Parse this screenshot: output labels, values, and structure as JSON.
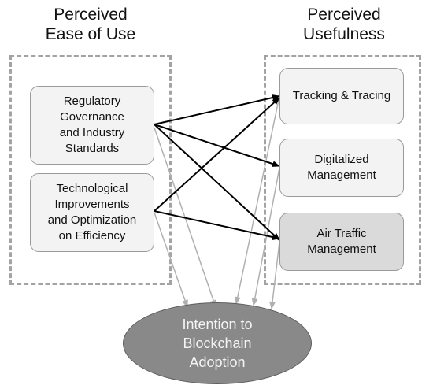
{
  "headers": {
    "ease_of_use": [
      "Perceived",
      "Ease of Use"
    ],
    "usefulness": [
      "Perceived",
      "Usefulness"
    ]
  },
  "ease_of_use_factors": {
    "regulatory": [
      "Regulatory",
      "Governance",
      "and Industry",
      "Standards"
    ],
    "technological": [
      "Technological",
      "Improvements",
      "and Optimization",
      "on Efficiency"
    ]
  },
  "usefulness_factors": {
    "tracking": [
      "Tracking & Tracing"
    ],
    "digitalized": [
      "Digitalized",
      "Management"
    ],
    "air_traffic": [
      "Air Traffic",
      "Management"
    ]
  },
  "outcome": [
    "Intention to",
    "Blockchain",
    "Adoption"
  ],
  "colors": {
    "dashed_border": "#a3a3a3",
    "box_fill": "#f3f3f3",
    "air_traffic_fill": "#dadada",
    "outcome_fill": "#898989",
    "black_arrow": "#000000",
    "gray_arrow": "#b0b0b0"
  }
}
